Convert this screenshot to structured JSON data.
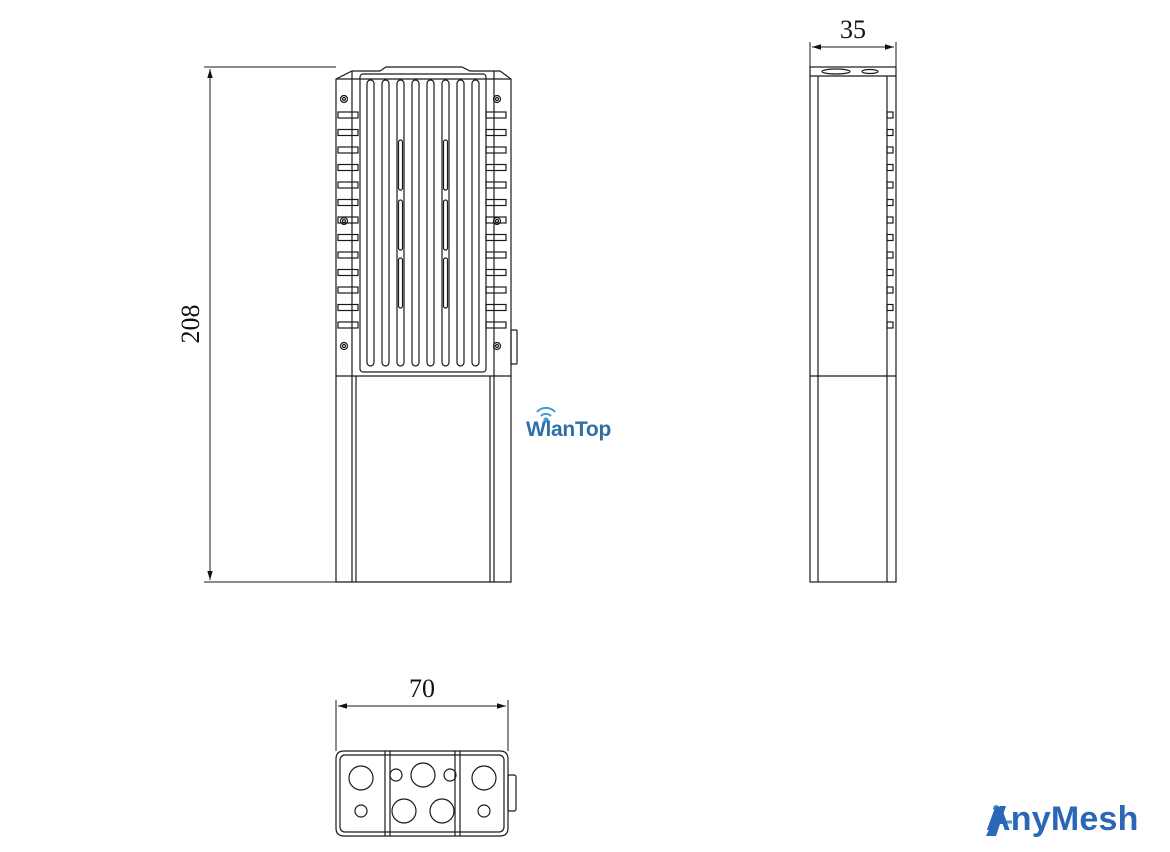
{
  "dimensions": {
    "height_label": "208",
    "depth_label": "35",
    "width_label": "70"
  },
  "logos": {
    "center_logo_text": "WlanTop",
    "corner_logo_text": "AnyMesh",
    "center_logo_color": "#2f6fa8",
    "corner_logo_color": "#2a67b5"
  },
  "line_color": "#1a1a1a"
}
